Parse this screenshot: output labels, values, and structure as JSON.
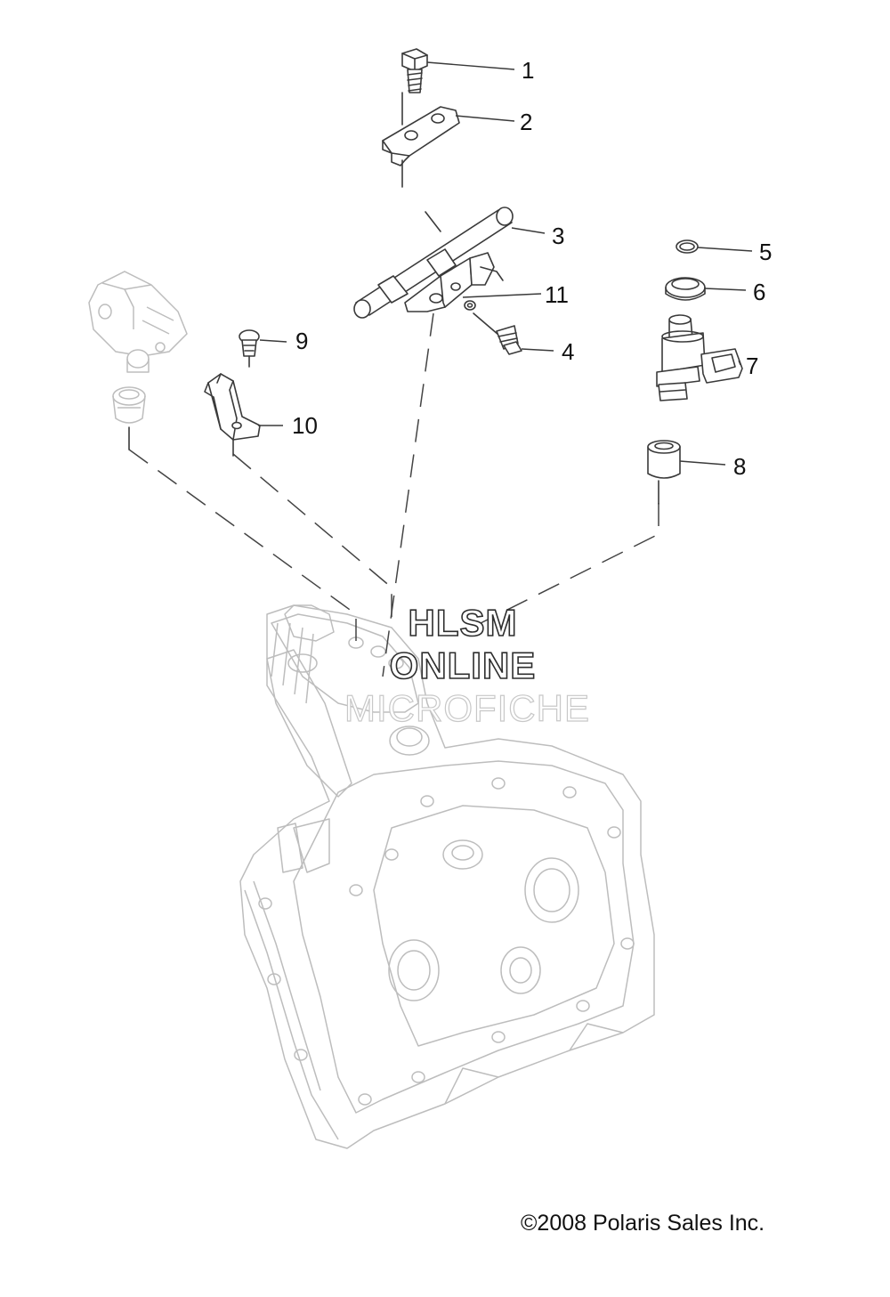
{
  "diagram": {
    "callouts": [
      {
        "id": "1",
        "label": "1"
      },
      {
        "id": "2",
        "label": "2"
      },
      {
        "id": "3",
        "label": "3"
      },
      {
        "id": "4",
        "label": "4"
      },
      {
        "id": "5",
        "label": "5"
      },
      {
        "id": "6",
        "label": "6"
      },
      {
        "id": "7",
        "label": "7"
      },
      {
        "id": "8",
        "label": "8"
      },
      {
        "id": "9",
        "label": "9"
      },
      {
        "id": "10",
        "label": "10"
      },
      {
        "id": "11",
        "label": "11"
      }
    ],
    "watermark": {
      "line1": "HLSM",
      "line2": "ONLINE",
      "line3": "MICROFICHE"
    },
    "copyright": "©2008 Polaris Sales Inc."
  }
}
